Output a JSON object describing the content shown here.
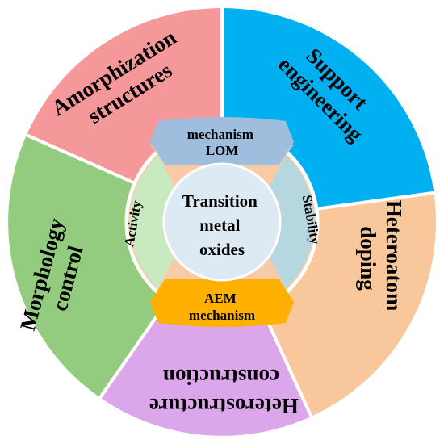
{
  "center": {
    "lines": [
      "Transition",
      "metal",
      "oxides"
    ]
  },
  "middle_ring": {
    "top": {
      "lines": [
        "mechanism",
        "LOM"
      ]
    },
    "bottom": {
      "lines": [
        "AEM",
        "mechanism"
      ]
    },
    "left": {
      "label": "Activity"
    },
    "right": {
      "label": "Stability"
    }
  },
  "outer_ring": {
    "amorphization": {
      "lines": [
        "Amorphization",
        "structures"
      ]
    },
    "support": {
      "lines": [
        "Support",
        "engineering"
      ]
    },
    "heteroatom": {
      "lines": [
        "Heteroatom",
        "doping"
      ]
    },
    "heterostructure": {
      "lines": [
        "Heterostructure",
        "construction"
      ]
    },
    "morphology": {
      "lines": [
        "Morphology",
        "control"
      ]
    }
  },
  "colors": {
    "amorphization": "#f4989a",
    "support": "#00b0f0",
    "heteroatom": "#f8c89c",
    "heterostructure": "#dba6ea",
    "morphology": "#93cc7f",
    "activity_panel": "#c7eac0",
    "stability_panel": "#b6d7df",
    "lom_panel": "#9fbede",
    "aem_panel": "#ffb000",
    "connector": "#f9caa6",
    "center": "#dde9f3",
    "ring_border": "#ffffff"
  }
}
